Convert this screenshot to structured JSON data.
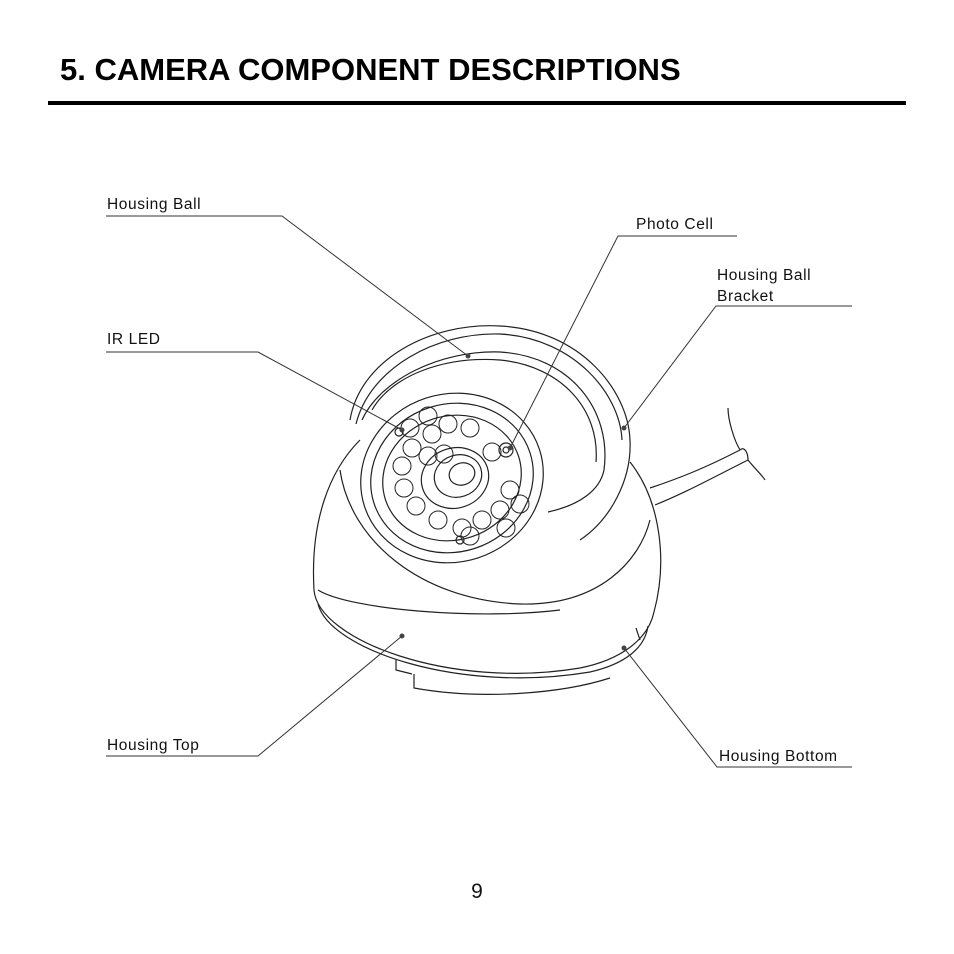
{
  "page": {
    "title": "5. CAMERA COMPONENT DESCRIPTIONS",
    "page_number": "9"
  },
  "callouts": {
    "housing_ball": "Housing Ball",
    "ir_led": "IR LED",
    "photo_cell": "Photo Cell",
    "housing_ball_bracket_line1": "Housing Ball",
    "housing_ball_bracket_line2": "Bracket",
    "housing_top": "Housing Top",
    "housing_bottom": "Housing Bottom"
  }
}
